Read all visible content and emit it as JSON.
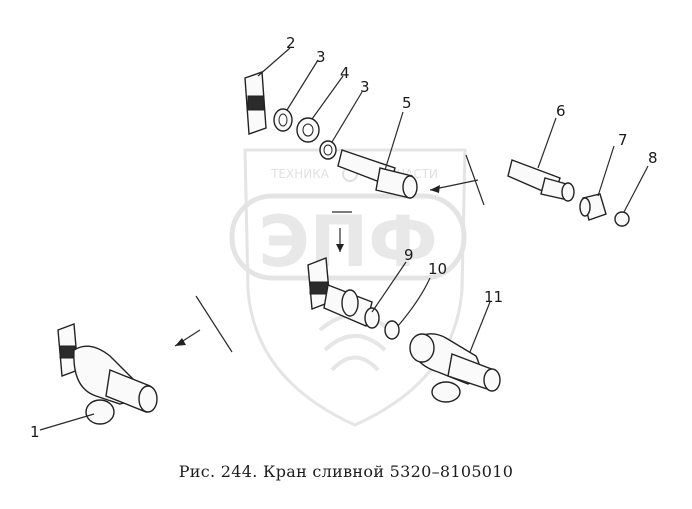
{
  "caption": "Рис. 244. Кран сливной 5320–8105010",
  "watermark": {
    "top_text": "ТЕХНИКА",
    "top_text_right": "ЗАПЧАСТИ",
    "letters": "ЭПФ",
    "color": "#d8d8d8"
  },
  "callouts": [
    "1",
    "2",
    "3",
    "4",
    "3",
    "5",
    "6",
    "7",
    "8",
    "9",
    "10",
    "11"
  ]
}
